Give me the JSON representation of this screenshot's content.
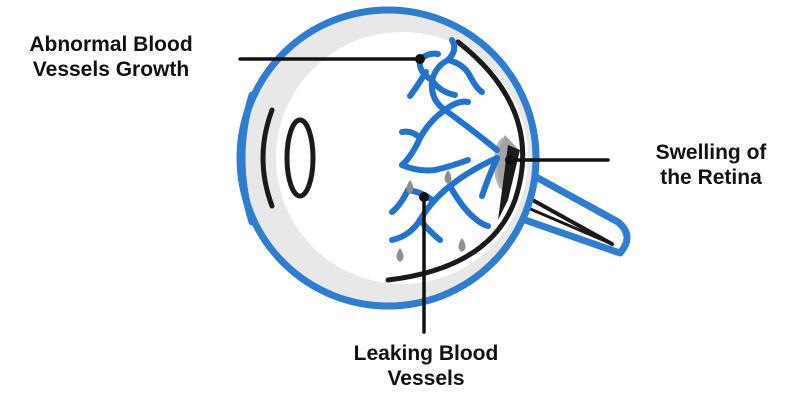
{
  "labels": {
    "abnormal_vessels": {
      "line1": "Abnormal Blood",
      "line2": "Vessels Growth"
    },
    "retina_swelling": {
      "line1": "Swelling of",
      "line2": "the Retina"
    },
    "leaking_vessels": {
      "line1": "Leaking Blood",
      "line2": "Vessels"
    }
  },
  "colors": {
    "outline_blue": "#2f7dd1",
    "vessel_blue": "#2272cf",
    "eye_fill": "#e8e8e8",
    "eye_body": "#ffffff",
    "dark_outline": "#1a1a1a",
    "swelling_gray": "#a3a3a3",
    "drop_gray": "#8e8e8e",
    "leader_line": "#111111"
  }
}
